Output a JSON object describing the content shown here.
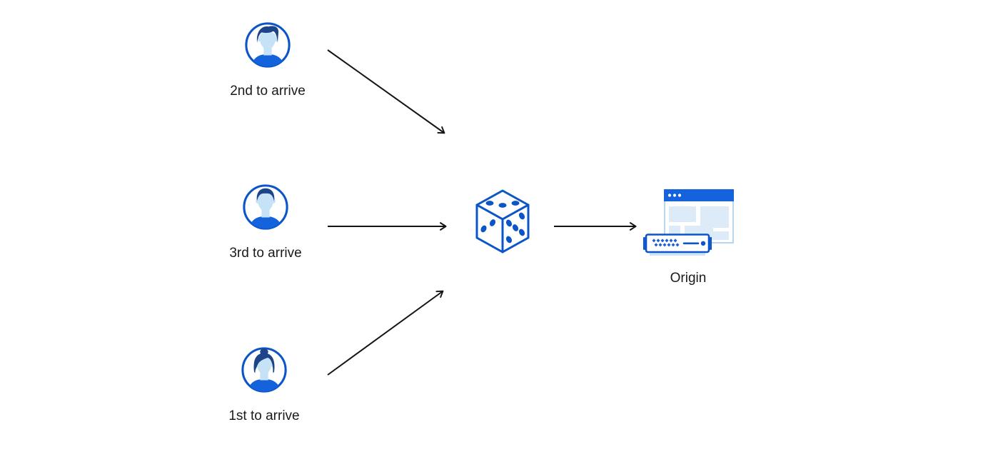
{
  "diagram": {
    "clients": [
      {
        "id": "client-2nd",
        "label": "2nd to arrive",
        "avatar": "person-man-swept-hair"
      },
      {
        "id": "client-3rd",
        "label": "3rd to arrive",
        "avatar": "person-man-short-hair"
      },
      {
        "id": "client-1st",
        "label": "1st to arrive",
        "avatar": "person-woman-bun"
      }
    ],
    "randomizer": {
      "id": "randomizer",
      "icon": "dice-icon",
      "pips": {
        "top_face": 3,
        "left_face": 2,
        "right_face": 5
      }
    },
    "origin": {
      "id": "origin",
      "label": "Origin",
      "icon": "origin-server-browser-icon"
    },
    "edges": [
      {
        "from": "client-2nd",
        "to": "randomizer"
      },
      {
        "from": "client-3rd",
        "to": "randomizer"
      },
      {
        "from": "client-1st",
        "to": "randomizer"
      },
      {
        "from": "randomizer",
        "to": "origin"
      }
    ],
    "colors": {
      "primary_blue": "#0b55c8",
      "mid_blue": "#1463dc",
      "dark_blue": "#1b4489",
      "face_light_blue": "#c6e2f7",
      "panel_blue": "#ddeaf7",
      "window_border": "#b7d6f2",
      "arrow": "#141414",
      "text": "#1a1a1a",
      "background": "#ffffff"
    }
  }
}
